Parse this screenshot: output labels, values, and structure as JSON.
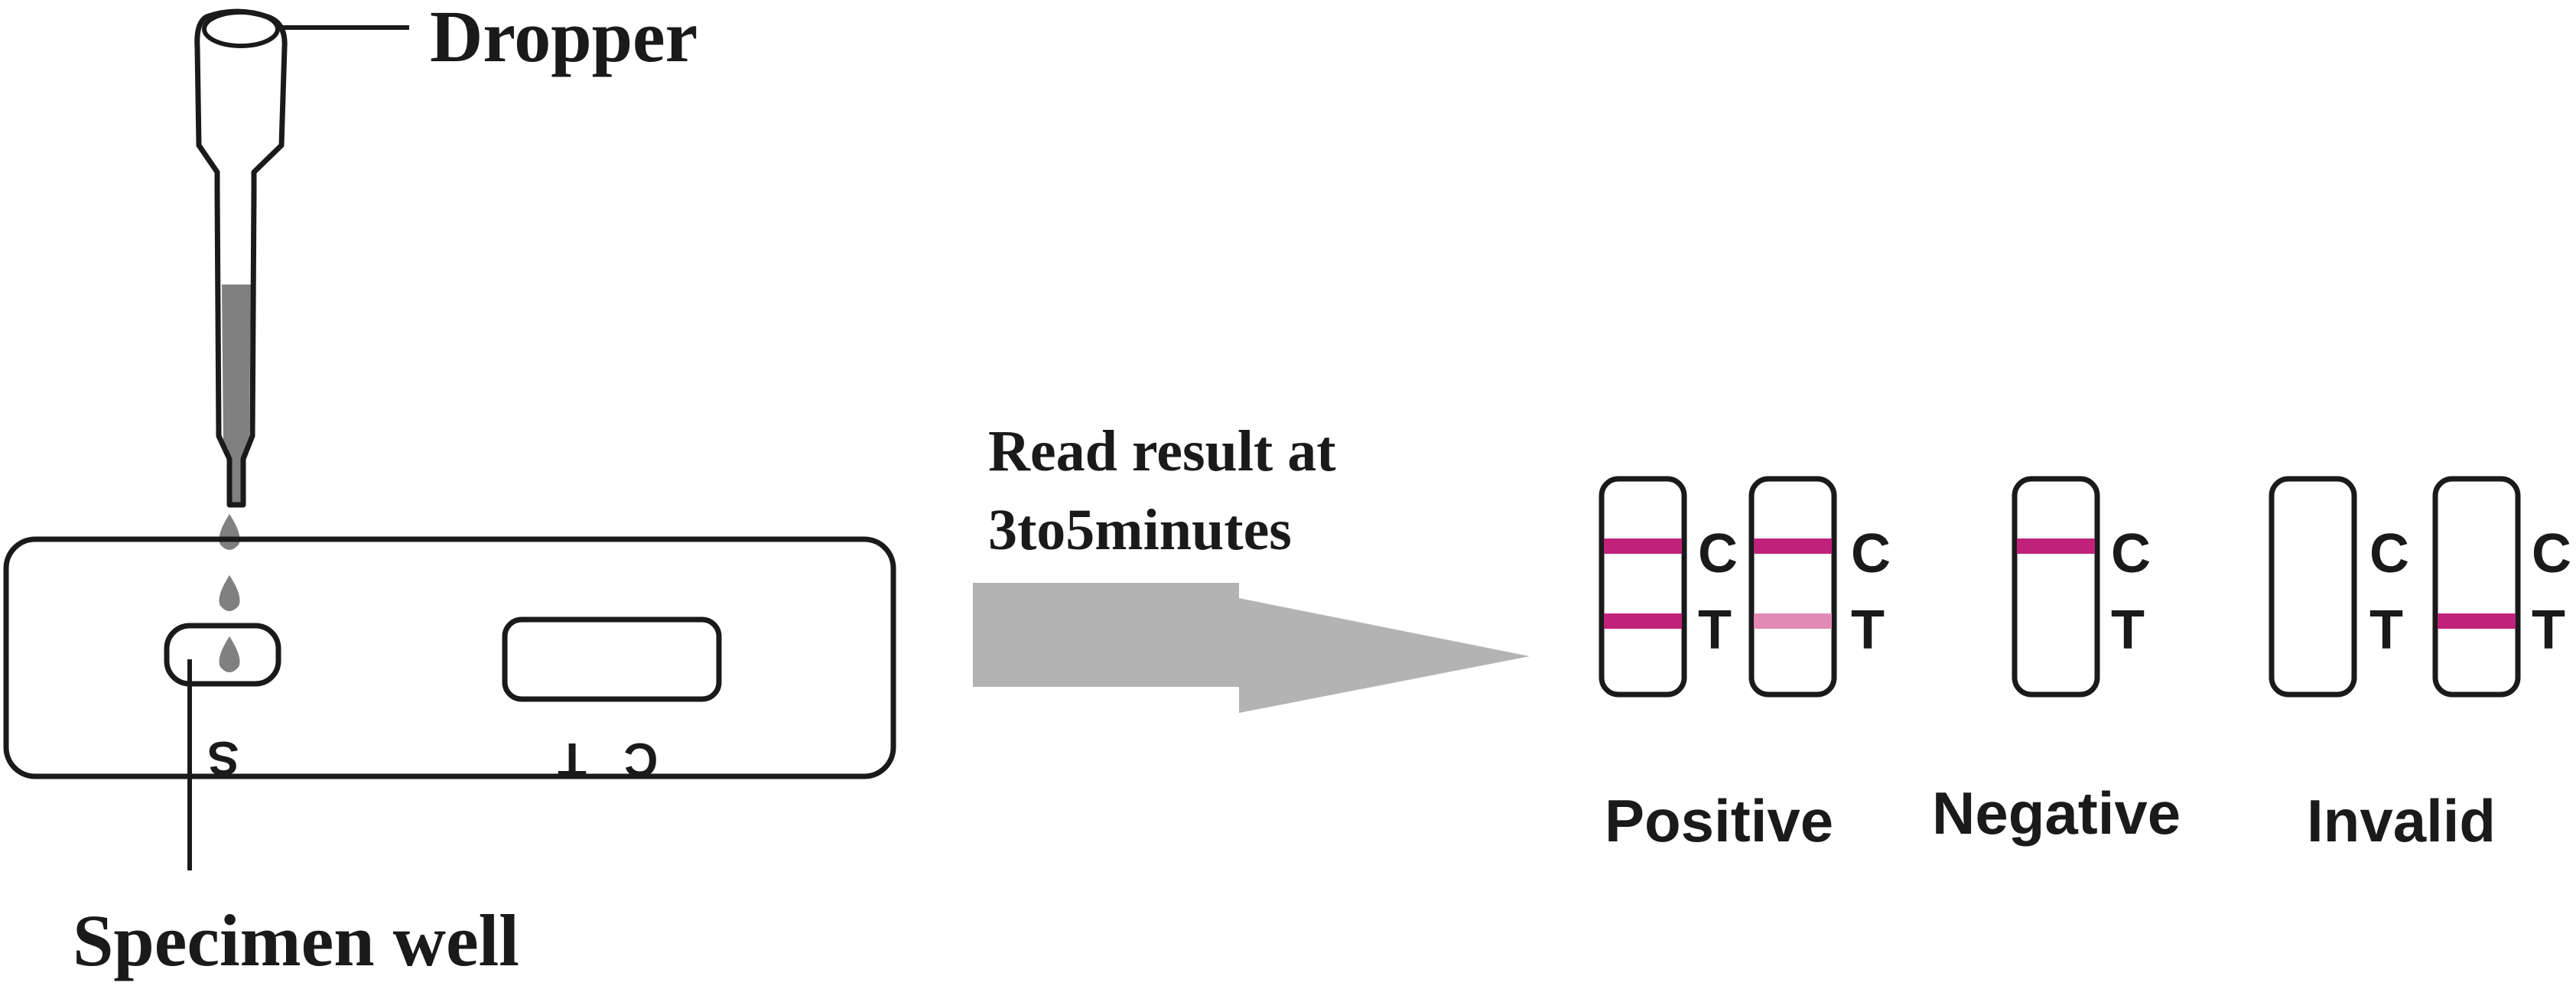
{
  "labels": {
    "dropper": "Dropper",
    "specimen_well": "Specimen well",
    "read_line1": "Read result at",
    "read_line2": "3to5minutes"
  },
  "cassette_marks": {
    "s": "S",
    "c": "C",
    "t": "T"
  },
  "strip_marks": {
    "c": "C",
    "t": "T"
  },
  "results": {
    "positive": "Positive",
    "negative": "Negative",
    "invalid": "Invalid"
  },
  "colors": {
    "outline": "#1a1a1a",
    "line_strong": "#c0217a",
    "line_faint": "#e08ab5",
    "liquid": "#808080",
    "arrow": "#b3b3b3"
  }
}
